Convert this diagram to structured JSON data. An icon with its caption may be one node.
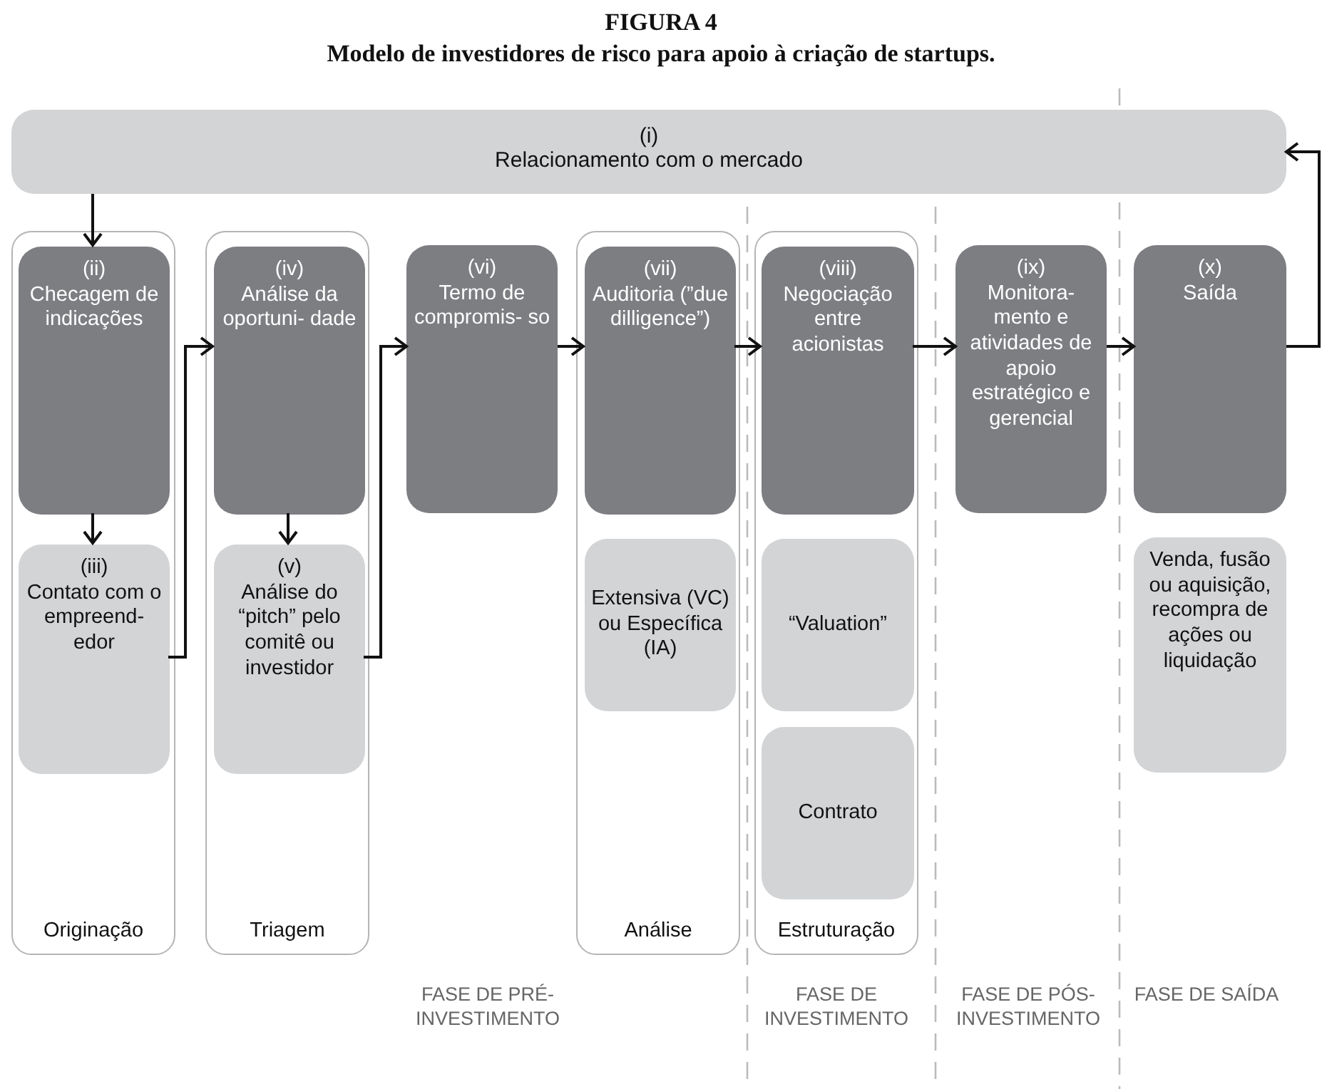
{
  "diagram": {
    "title": "FIGURA 4",
    "caption": "Modelo de investidores de risco para apoio à criação de startups.",
    "nodes": [
      {
        "text": [
          "(i)",
          "Relacionamento com o mercado"
        ]
      },
      {
        "text": [
          "Originação"
        ]
      },
      {
        "text": [
          "(ii)",
          "Checagem de indicações"
        ],
        "in": 1
      },
      {
        "text": [
          "(iii)",
          "Contato com o empreend- edor"
        ],
        "in": 1
      },
      {
        "text": [
          "Triagem"
        ]
      },
      {
        "text": [
          "(iv)",
          "Análise da oportuni- dade"
        ],
        "in": 4
      },
      {
        "text": [
          "(v)",
          "Análise do “pitch” pelo comitê ou investidor"
        ],
        "in": 4
      },
      {
        "text": [
          "(vi)",
          "Termo de compromis- so"
        ]
      },
      {
        "text": [
          "Análise"
        ]
      },
      {
        "text": [
          "(vii)",
          "Auditoria (”due dilligence”)"
        ],
        "in": 8
      },
      {
        "text": [
          "Extensiva (VC) ou Específica (IA)"
        ],
        "in": 8
      },
      {
        "text": [
          "Estruturação"
        ]
      },
      {
        "text": [
          "(viii)",
          "Negociação entre acionistas"
        ],
        "in": 11
      },
      {
        "text": [
          "“Valuation”"
        ],
        "in": 11
      },
      {
        "text": [
          "Contrato"
        ],
        "in": 11
      },
      {
        "text": [
          "(ix)",
          "Monitora- mento e atividades de apoio estratégico e gerencial"
        ]
      },
      {
        "text": [
          "(x)",
          "Saída"
        ]
      },
      {
        "text": [
          "Venda, fusão ou aquisição, recompra de ações ou liquidação"
        ]
      }
    ],
    "edges": [
      {
        "from": 0,
        "to": 2,
        "arrow": "to"
      },
      {
        "from": 2,
        "to": 3,
        "arrow": "to"
      },
      {
        "from": 3,
        "to": 5,
        "arrow": "to"
      },
      {
        "from": 5,
        "to": 6,
        "arrow": "to"
      },
      {
        "from": 6,
        "to": 7,
        "arrow": "to"
      },
      {
        "from": 7,
        "to": 9,
        "arrow": "to"
      },
      {
        "from": 9,
        "to": 12,
        "arrow": "to"
      },
      {
        "from": 12,
        "to": 15,
        "arrow": "to"
      },
      {
        "from": 15,
        "to": 16,
        "arrow": "to"
      },
      {
        "from": 16,
        "to": 0,
        "arrow": "to"
      }
    ],
    "labels": [
      "FASE DE PRÉ-INVESTIMENTO",
      "FASE DE INVESTIMENTO",
      "FASE DE PÓS-INVESTIMENTO",
      "FASE DE SAÍDA"
    ]
  }
}
